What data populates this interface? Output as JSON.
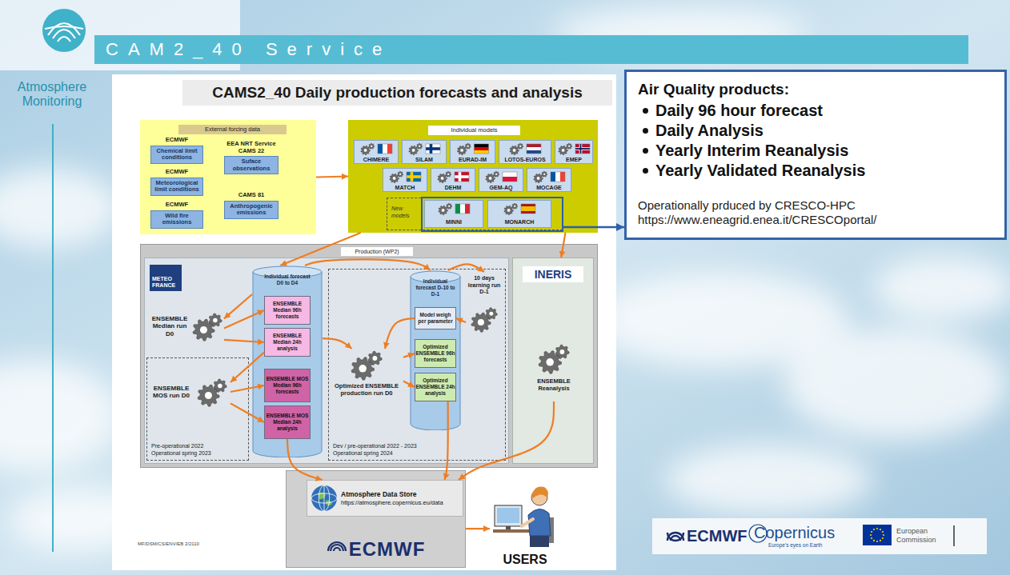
{
  "diagram": {
    "title": "CAMS2_40 Daily production forecasts and analysis",
    "nodes": [
      {
        "text": [
          "External forcing data"
        ]
      },
      {
        "text": [
          "ECMWF",
          "Chemical limit conditions"
        ],
        "in": 0
      },
      {
        "text": [
          "ECMWF",
          "Meteorological limit conditions"
        ],
        "in": 0
      },
      {
        "text": [
          "ECMWF",
          "Wild fire emissions"
        ],
        "in": 0
      },
      {
        "text": [
          "EEA NRT Service CAMS 22",
          "Suface observations"
        ],
        "in": 0
      },
      {
        "text": [
          "CAMS 81",
          "Anthropogenic emissions"
        ],
        "in": 0
      },
      {
        "text": [
          "Individual models"
        ]
      },
      {
        "text": [
          "CHIMERE"
        ],
        "in": 6
      },
      {
        "text": [
          "SILAM"
        ],
        "in": 6
      },
      {
        "text": [
          "EURAD-IM"
        ],
        "in": 6
      },
      {
        "text": [
          "LOTOS-EUROS"
        ],
        "in": 6
      },
      {
        "text": [
          "EMEP"
        ],
        "in": 6
      },
      {
        "text": [
          "MATCH"
        ],
        "in": 6
      },
      {
        "text": [
          "DEHM"
        ],
        "in": 6
      },
      {
        "text": [
          "GEM-AQ"
        ],
        "in": 6
      },
      {
        "text": [
          "MOCAGE"
        ],
        "in": 6
      },
      {
        "text": [
          "New models"
        ],
        "in": 6
      },
      {
        "text": [
          "MINNI"
        ],
        "in": 16
      },
      {
        "text": [
          "MONARCH"
        ],
        "in": 16
      },
      {
        "text": [
          "Air Quality products:",
          "Daily 96 hour forecast",
          "Daily Analysis",
          "Yearly Interim Reanalysis",
          "Yearly Validated Reanalysis",
          "Operationally prduced by CRESCO-HPC",
          "https://www.eneagrid.enea.it/CRESCOportal/"
        ]
      },
      {
        "text": [
          "Production (WP2)"
        ]
      },
      {
        "text": [
          "METEO FRANCE"
        ],
        "in": 20
      },
      {
        "text": [
          "Individual forecast D0 to D4"
        ],
        "in": 21
      },
      {
        "text": [
          "ENSEMBLE Median 96h forecasts"
        ],
        "in": 22
      },
      {
        "text": [
          "ENSEMBLE Median 24h analysis"
        ],
        "in": 22
      },
      {
        "text": [
          "ENSEMBLE MOS Median 96h forecasts"
        ],
        "in": 22
      },
      {
        "text": [
          "ENSEMBLE MOS Median 24h analysis"
        ],
        "in": 22
      },
      {
        "text": [
          "ENSEMBLE Median run D0"
        ],
        "in": 21
      },
      {
        "text": [
          "Pre-operational 2022 Operational spring 2023"
        ],
        "in": 21
      },
      {
        "text": [
          "ENSEMBLE MOS run D0"
        ],
        "in": 28
      },
      {
        "text": [
          "Dev / pre-operational 2022 - 2023 Operational spring 2024"
        ],
        "in": 21
      },
      {
        "text": [
          "Optimized ENSEMBLE production run D0"
        ],
        "in": 30
      },
      {
        "text": [
          "Individual forecast D-10 to D-1"
        ],
        "in": 30
      },
      {
        "text": [
          "Model weigh per parameter"
        ],
        "in": 32
      },
      {
        "text": [
          "Optimized ENSEMBLE 96h forecasts"
        ],
        "in": 32
      },
      {
        "text": [
          "Optimized ENSEMBLE 24h analysis"
        ],
        "in": 32
      },
      {
        "text": [
          "10 days learning run D-1"
        ],
        "in": 30
      },
      {
        "text": [
          "INERIS"
        ],
        "in": 20
      },
      {
        "text": [
          "ENSEMBLE Reanalysis"
        ],
        "in": 37
      },
      {
        "text": [
          "ECMWF"
        ]
      },
      {
        "text": [
          "Atmosphere Data Store",
          "https://atmosphere.copernicus.eu/data"
        ],
        "in": 39
      },
      {
        "text": [
          "USERS"
        ]
      }
    ],
    "edges": [
      {
        "from": 0,
        "to": 6,
        "arrow": "to"
      },
      {
        "from": 6,
        "to": 22,
        "arrow": "to"
      },
      {
        "from": 6,
        "to": 37,
        "arrow": "to"
      },
      {
        "from": 16,
        "to": 19,
        "arrow": "to"
      },
      {
        "from": 22,
        "to": 27,
        "arrow": "to"
      },
      {
        "from": 27,
        "to": 23,
        "arrow": "to"
      },
      {
        "from": 27,
        "to": 24,
        "arrow": "to"
      },
      {
        "from": 24,
        "to": 29,
        "arrow": "to"
      },
      {
        "from": 29,
        "to": 25,
        "arrow": "to"
      },
      {
        "from": 29,
        "to": 26,
        "arrow": "to"
      },
      {
        "from": 22,
        "to": 32,
        "arrow": "to"
      },
      {
        "from": 22,
        "to": 31,
        "arrow": "to"
      },
      {
        "from": 32,
        "to": 36,
        "arrow": "to"
      },
      {
        "from": 36,
        "to": 33,
        "arrow": "to"
      },
      {
        "from": 33,
        "to": 31,
        "arrow": "to"
      },
      {
        "from": 31,
        "to": 34,
        "arrow": "to"
      },
      {
        "from": 31,
        "to": 35,
        "arrow": "to"
      },
      {
        "from": 26,
        "to": 40,
        "arrow": "to"
      },
      {
        "from": 35,
        "to": 40,
        "arrow": "to"
      },
      {
        "from": 38,
        "to": 40,
        "arrow": "to"
      },
      {
        "from": 39,
        "to": 41,
        "arrow": "to"
      }
    ],
    "labels": [
      "CAM2_40 Service",
      "Atmosphere Monitoring",
      "MF/DSM/CS/ENV/EB 2/2110",
      "ECMWF",
      "Copernicus",
      "Europe's eyes on Earth",
      "European Commission"
    ]
  }
}
